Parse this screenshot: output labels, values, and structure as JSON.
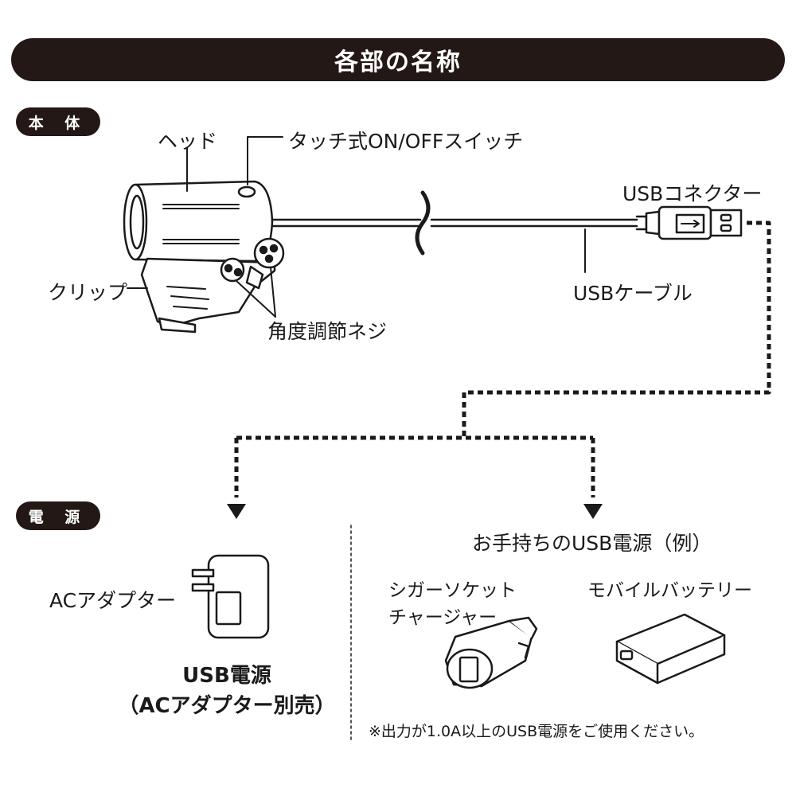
{
  "title": "各部の名称",
  "sections": {
    "body": "本 体",
    "power": "電 源"
  },
  "parts": {
    "head": "ヘッド",
    "touch_switch": "タッチ式ON/OFFスイッチ",
    "usb_connector": "USBコネクター",
    "clip": "クリップ",
    "usb_cable": "USBケーブル",
    "angle_screw": "角度調節ネジ"
  },
  "power": {
    "ac_adapter": "ACアダプター",
    "usb_power_line1": "USB電源",
    "usb_power_line2": "（ACアダプター別売）",
    "own_usb_power": "お手持ちのUSB電源（例）",
    "cigar_line1": "シガーソケット",
    "cigar_line2": "チャージャー",
    "mobile_battery": "モバイルバッテリー",
    "note": "※出力が1.0A以上のUSB電源をご使用ください。"
  }
}
